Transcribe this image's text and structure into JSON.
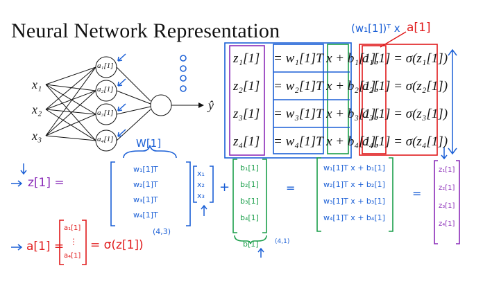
{
  "slide": {
    "title": "Neural Network Representation",
    "inputs": [
      "x₁",
      "x₂",
      "x₃"
    ],
    "hidden_labels": [
      "a₁[1]",
      "a₂[1]",
      "a₃[1]",
      "a₄[1]"
    ],
    "output_label": "ŷ",
    "equations": [
      {
        "z": "z₁[1]",
        "eq1": "= w₁[1]T x + b₁[1],",
        "a": "a₁[1] = σ(z₁[1])"
      },
      {
        "z": "z₂[1]",
        "eq1": "= w₂[1]T x + b₂[1],",
        "a": "a₂[1] = σ(z₂[1])"
      },
      {
        "z": "z₃[1]",
        "eq1": "= w₃[1]T x + b₃[1],",
        "a": "a₃[1] = σ(z₃[1])"
      },
      {
        "z": "z₄[1]",
        "eq1": "= w₄[1]T x + b₄[1],",
        "a": "a₄[1] = σ(z₄[1])"
      }
    ]
  },
  "annotations": {
    "top_w": "(w₁[1])ᵀ x",
    "top_a": "a[1]",
    "W_label": "W[1]",
    "z_lhs": "z[1] =",
    "W_rows": [
      "w₁[1]T",
      "w₂[1]T",
      "w₃[1]T",
      "w₄[1]T"
    ],
    "W_shape": "(4,3)",
    "x_vec": [
      "x₁",
      "x₂",
      "x₃"
    ],
    "plus": "+",
    "b_vec": [
      "b₁[1]",
      "b₂[1]",
      "b₃[1]",
      "b₄[1]"
    ],
    "b_label": "b[1]",
    "b_shape": "(4,1)",
    "equals": "=",
    "result_rows": [
      "w₁[1]T x + b₁[1]",
      "w₂[1]T x + b₂[1]",
      "w₃[1]T x + b₃[1]",
      "w₄[1]T x + b₄[1]"
    ],
    "equals2": "=",
    "z_vec": [
      "z₁[1]",
      "z₂[1]",
      "z₃[1]",
      "z₄[1]"
    ],
    "a_lhs": "a[1] =",
    "a_vec": [
      "a₁[1]",
      "⋮",
      "a₄[1]"
    ],
    "a_rhs": "= σ(z[1])"
  },
  "colors": {
    "blue": "#1a5fd6",
    "green": "#1a9e4a",
    "purple": "#8a2bb8",
    "red": "#e0191a"
  }
}
